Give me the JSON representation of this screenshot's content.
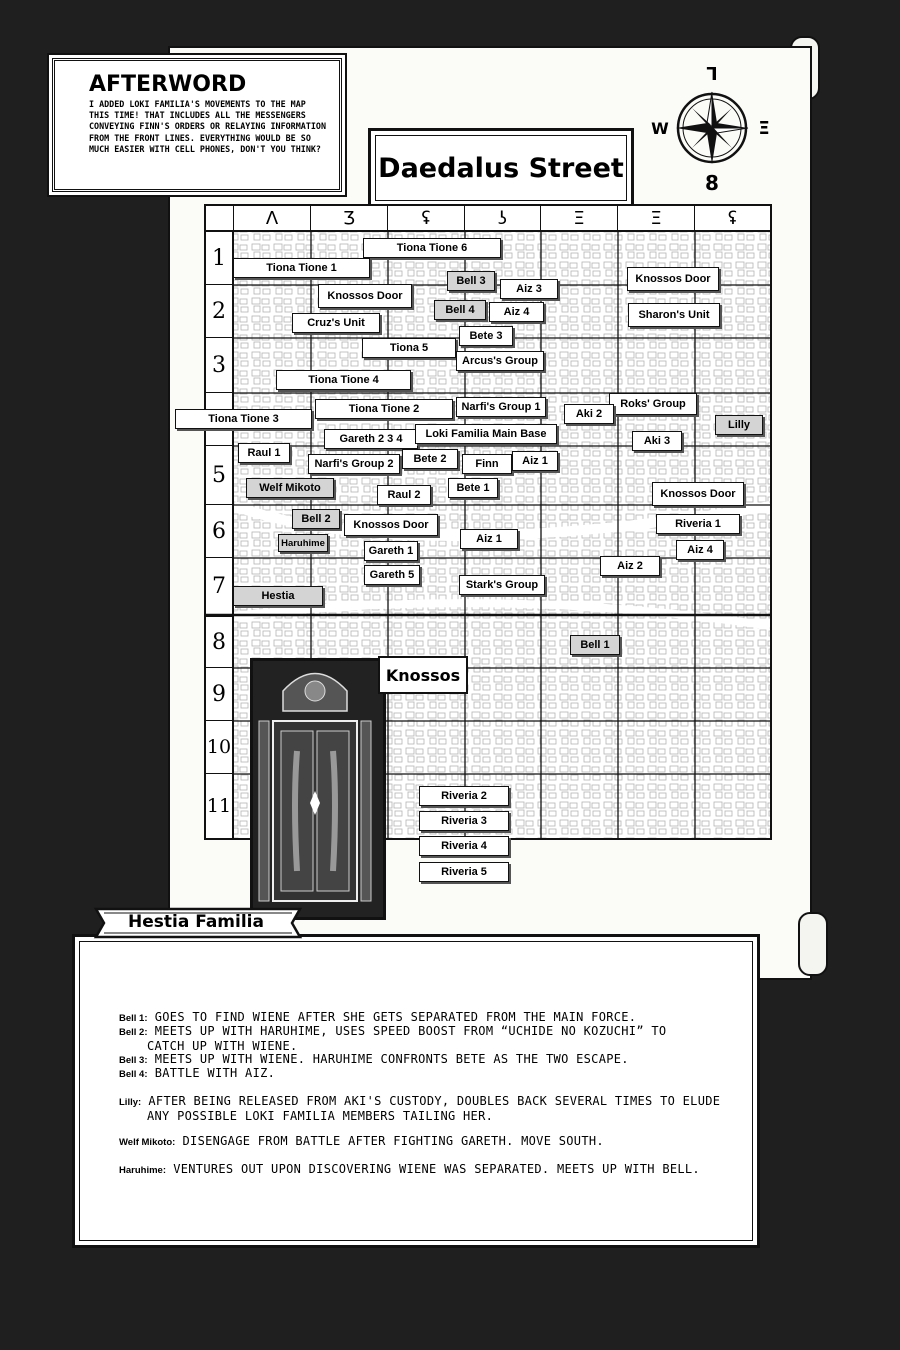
{
  "afterword": {
    "title": "AFTERWORD",
    "text": "I added Loki Familia's movements to the map this time! That includes all the messengers conveying Finn's orders or relaying information from the front lines. Everything would be so much easier with cell phones, don't you think?"
  },
  "map": {
    "title": "Daedalus Street",
    "knossos_label": "Knossos",
    "columns": [
      "Λ",
      "Ʒ",
      "ʢ",
      "ʖ",
      "Ξ",
      "Ξ",
      "ʢ"
    ],
    "rows": [
      "1",
      "2",
      "3",
      "4",
      "5",
      "6",
      "7",
      "8",
      "9",
      "10",
      "11"
    ],
    "compass": {
      "north": "ᒣ",
      "west": "W",
      "east": "Ξ",
      "south": "8"
    }
  },
  "labels": {
    "tiona_tione_6": "Tiona Tione 6",
    "tiona_tione_1": "Tiona Tione 1",
    "bell_3": "Bell 3",
    "aiz_3": "Aiz 3",
    "knossos_door_1": "Knossos Door",
    "knossos_door_ne": "Knossos Door",
    "bell_4": "Bell 4",
    "aiz_4_upper": "Aiz 4",
    "sharons_unit": "Sharon's Unit",
    "cruzs_unit": "Cruz's Unit",
    "bete_3": "Bete 3",
    "tiona_5": "Tiona 5",
    "arcuss_group": "Arcus's Group",
    "tiona_tione_4": "Tiona Tione 4",
    "roks_group": "Roks' Group",
    "tiona_tione_2": "Tiona Tione 2",
    "narfis_group_1": "Narfi's Group 1",
    "aki_2": "Aki 2",
    "tiona_tione_3": "Tiona Tione 3",
    "lilly": "Lilly",
    "gareth_234": "Gareth 2 3 4",
    "loki_main_base": "Loki Familia Main Base",
    "aki_3": "Aki 3",
    "raul_1": "Raul 1",
    "narfis_group_2": "Narfi's Group 2",
    "bete_2": "Bete 2",
    "finn": "Finn",
    "aiz_1": "Aiz 1",
    "welf_mikoto": "Welf Mikoto",
    "raul_2": "Raul 2",
    "bete_1": "Bete 1",
    "knossos_door_e": "Knossos Door",
    "bell_2": "Bell 2",
    "knossos_door_c": "Knossos Door",
    "riveria_1": "Riveria 1",
    "haruhime": "Haruhime",
    "gareth_1": "Gareth 1",
    "aiz_1b": "Aiz 1",
    "aiz_4": "Aiz 4",
    "gareth_5": "Gareth 5",
    "aiz_2": "Aiz 2",
    "starks_group": "Stark's Group",
    "hestia": "Hestia",
    "bell_1": "Bell 1",
    "riveria_2": "Riveria 2",
    "riveria_3": "Riveria 3",
    "riveria_4": "Riveria 4",
    "riveria_5": "Riveria 5"
  },
  "legend": {
    "banner": "Hestia Familia",
    "entries": [
      {
        "who": "Bell 1:",
        "text": "Goes to find Wiene after she gets separated from the main force."
      },
      {
        "who": "Bell 2:",
        "text": "Meets up with Haruhime, uses speed boost from “Uchide no Kozuchi” to",
        "cont": "catch up with Wiene."
      },
      {
        "who": "Bell 3:",
        "text": "Meets up with Wiene. Haruhime confronts Bete as the two escape."
      },
      {
        "who": "Bell 4:",
        "text": "Battle with Aiz."
      },
      {
        "who": "Lilly:",
        "text": "After being released from Aki's custody, doubles back several times to elude",
        "cont": "any possible Loki Familia members tailing her."
      },
      {
        "who": "Welf Mikoto:",
        "text": "Disengage from battle after fighting Gareth. Move south."
      },
      {
        "who": "Haruhime:",
        "text": "Ventures out upon discovering Wiene was separated. Meets up with Bell."
      }
    ]
  }
}
